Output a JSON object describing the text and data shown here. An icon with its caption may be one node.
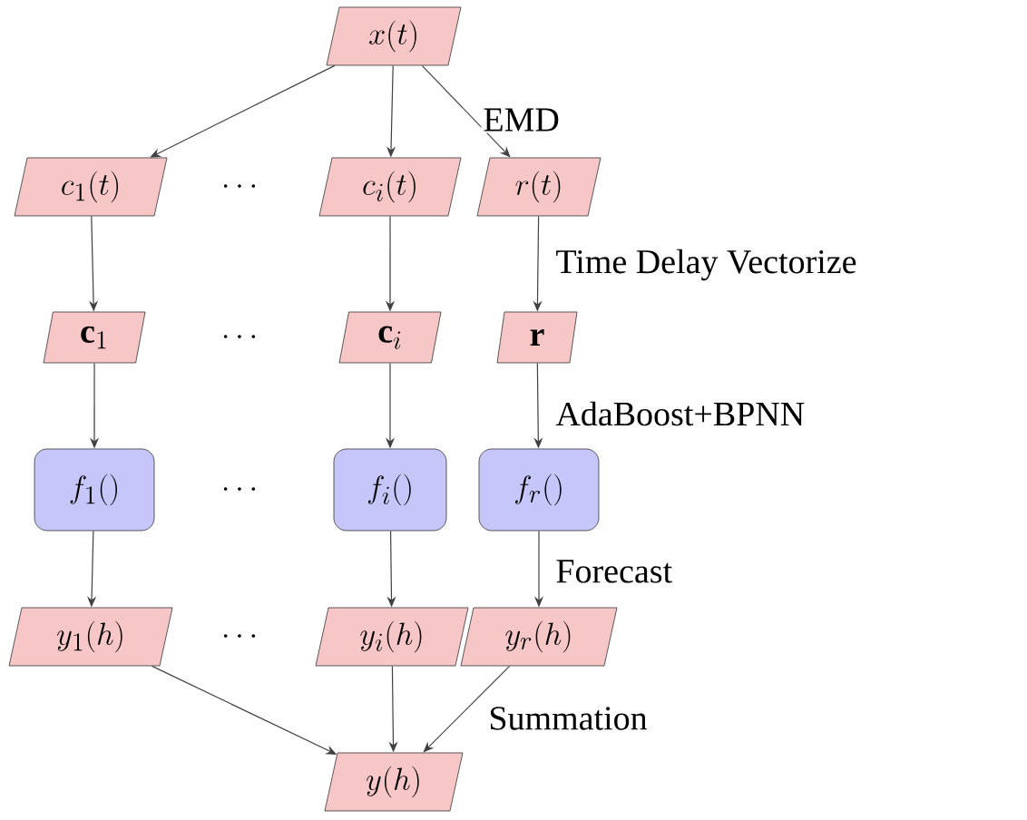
{
  "diagram": {
    "nodes": [
      {
        "text": [
          "x(t)"
        ]
      },
      {
        "text": [
          "c_1(t)"
        ]
      },
      {
        "text": [
          "c_i(t)"
        ]
      },
      {
        "text": [
          "r(t)"
        ]
      },
      {
        "text": [
          "\\mathbf{c}_1"
        ]
      },
      {
        "text": [
          "\\mathbf{c}_i"
        ]
      },
      {
        "text": [
          "\\mathbf{r}"
        ]
      },
      {
        "text": [
          "f_1()"
        ]
      },
      {
        "text": [
          "f_i()"
        ]
      },
      {
        "text": [
          "f_r()"
        ]
      },
      {
        "text": [
          "y_1(h)"
        ]
      },
      {
        "text": [
          "y_i(h)"
        ]
      },
      {
        "text": [
          "y_r(h)"
        ]
      },
      {
        "text": [
          "y(h)"
        ]
      }
    ],
    "edges": [
      {
        "from": 0,
        "to": 1,
        "arrow": "to"
      },
      {
        "from": 0,
        "to": 2,
        "arrow": "to"
      },
      {
        "from": 0,
        "to": 3,
        "arrow": "to",
        "label": "EMD"
      },
      {
        "from": 1,
        "to": 4,
        "arrow": "to"
      },
      {
        "from": 2,
        "to": 5,
        "arrow": "to"
      },
      {
        "from": 3,
        "to": 6,
        "arrow": "to",
        "label": "Time Delay Vectorize"
      },
      {
        "from": 4,
        "to": 7,
        "arrow": "to"
      },
      {
        "from": 5,
        "to": 8,
        "arrow": "to"
      },
      {
        "from": 6,
        "to": 9,
        "arrow": "to",
        "label": "AdaBoost+BPNN"
      },
      {
        "from": 7,
        "to": 10,
        "arrow": "to"
      },
      {
        "from": 8,
        "to": 11,
        "arrow": "to"
      },
      {
        "from": 9,
        "to": 12,
        "arrow": "to",
        "label": "Forecast"
      },
      {
        "from": 10,
        "to": 13,
        "arrow": "to"
      },
      {
        "from": 11,
        "to": 13,
        "arrow": "to"
      },
      {
        "from": 12,
        "to": 13,
        "arrow": "to",
        "label": "Summation"
      }
    ],
    "labels": [
      "\\cdots",
      "\\cdots",
      "\\cdots",
      "\\cdots"
    ]
  }
}
